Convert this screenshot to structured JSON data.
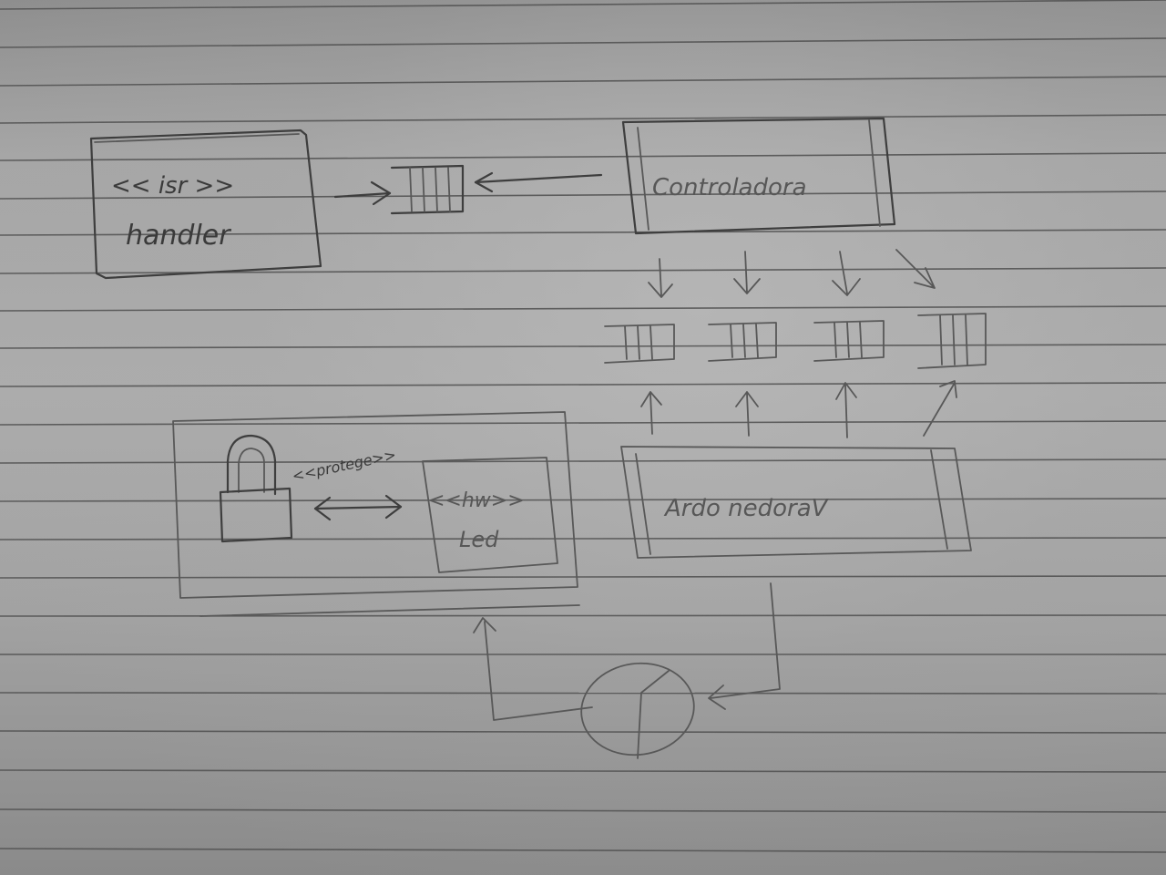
{
  "isr_box": {
    "stereotype": "<< isr >>",
    "name": "handler"
  },
  "controller_box": {
    "name": "Controladora"
  },
  "reader_box": {
    "name": "Ardo nedoraV"
  },
  "protected_group": {
    "stereotype": "<<protege>>"
  },
  "hw_box": {
    "stereotype": "<<hw>>",
    "name": "Led"
  },
  "colors": {
    "ink": "#3e3e3e",
    "paper": "#a6a6a6",
    "rule": "#4f4f4f"
  },
  "icons": [
    "queue-icon",
    "lock-icon",
    "timer-icon",
    "arrow-icon"
  ]
}
